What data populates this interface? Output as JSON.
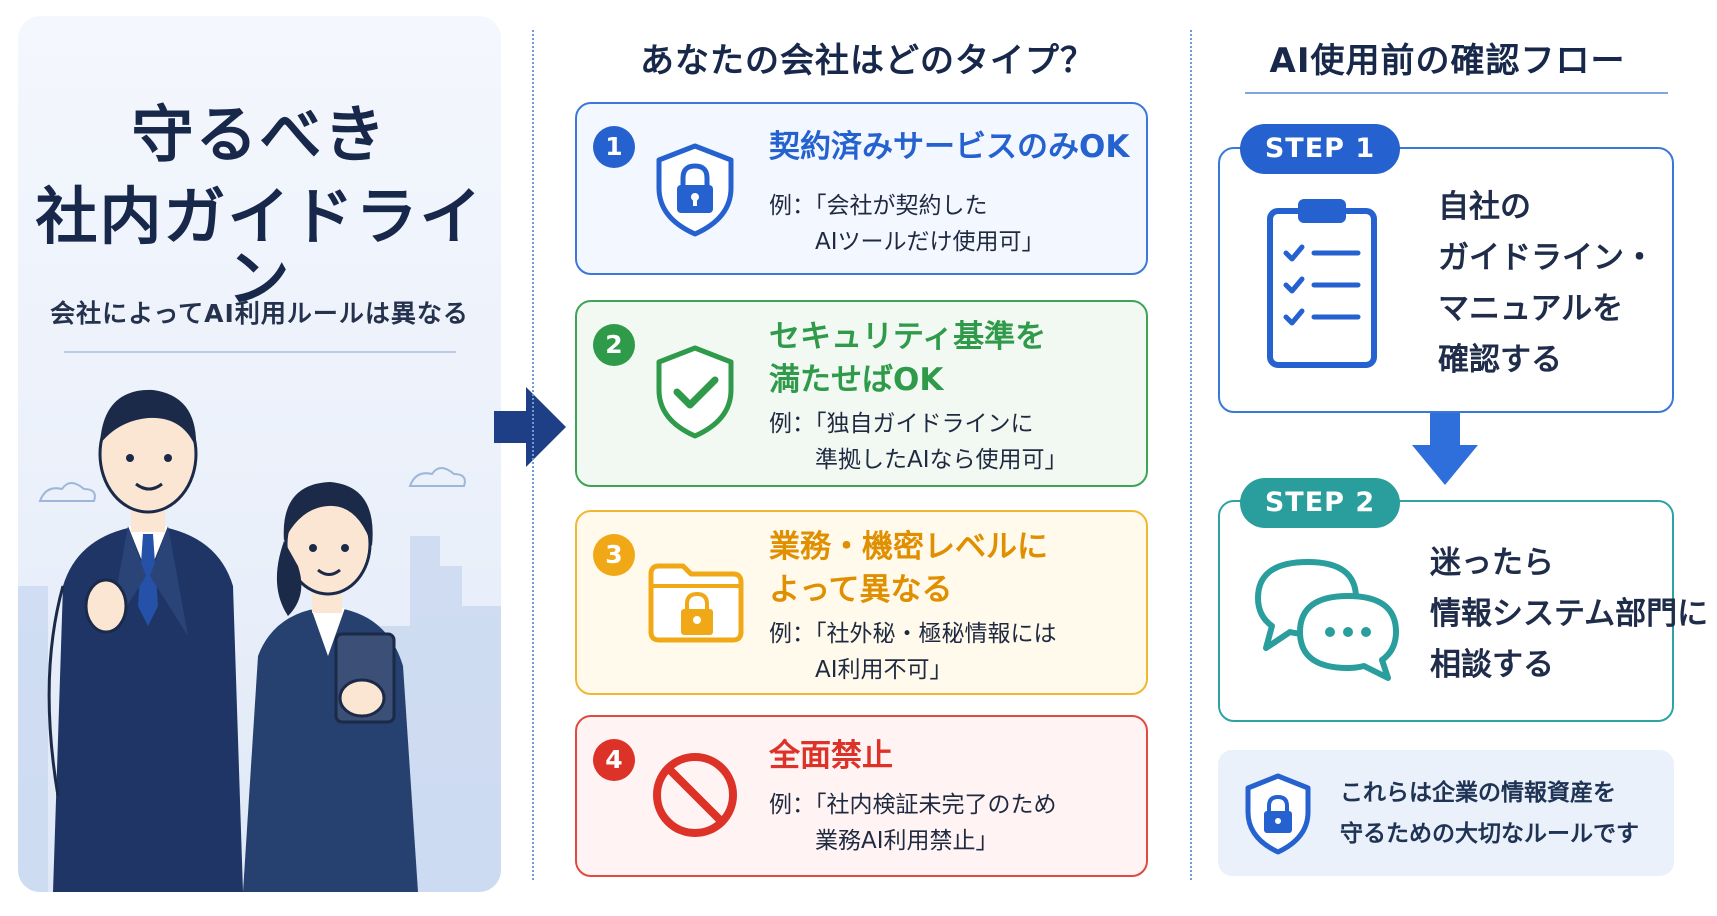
{
  "left": {
    "title_line1": "守るべき",
    "title_line2": "社内ガイドライン",
    "subtitle": "会社によってAI利用ルールは異なる"
  },
  "middle": {
    "title": "あなたの会社はどのタイプ？",
    "cards": [
      {
        "number": "1",
        "title_lines": [
          "契約済みサービスのみOK"
        ],
        "example_lines": [
          "例：「会社が契約した",
          "AIツールだけ使用可」"
        ],
        "icon": "lock-shield-icon",
        "color": "#2562cf"
      },
      {
        "number": "2",
        "title_lines": [
          "セキュリティ基準を",
          "満たせばOK"
        ],
        "example_lines": [
          "例：「独自ガイドラインに",
          "準拠したAIなら使用可」"
        ],
        "icon": "check-shield-icon",
        "color": "#2f9a49"
      },
      {
        "number": "3",
        "title_lines": [
          "業務・機密レベルに",
          "よって異なる"
        ],
        "example_lines": [
          "例：「社外秘・極秘情報には",
          "AI利用不可」"
        ],
        "icon": "locked-folder-icon",
        "color": "#e08f00"
      },
      {
        "number": "4",
        "title_lines": [
          "全面禁止"
        ],
        "example_lines": [
          "例：「社内検証未完了のため",
          "業務AI利用禁止」"
        ],
        "icon": "prohibited-icon",
        "color": "#dc3228"
      }
    ]
  },
  "right": {
    "title": "AI使用前の確認フロー",
    "steps": [
      {
        "label": "STEP 1",
        "text_lines": [
          "自社の",
          "ガイドライン・",
          "マニュアルを",
          "確認する"
        ],
        "icon": "clipboard-checklist-icon",
        "color": "#2562cf"
      },
      {
        "label": "STEP 2",
        "text_lines": [
          "迷ったら",
          "情報システム部門に",
          "相談する"
        ],
        "icon": "chat-bubbles-icon",
        "color": "#2a9d9d"
      }
    ],
    "note_lines": [
      "これらは企業の情報資産を",
      "守るための大切なルールです"
    ],
    "note_icon": "lock-shield-icon"
  }
}
